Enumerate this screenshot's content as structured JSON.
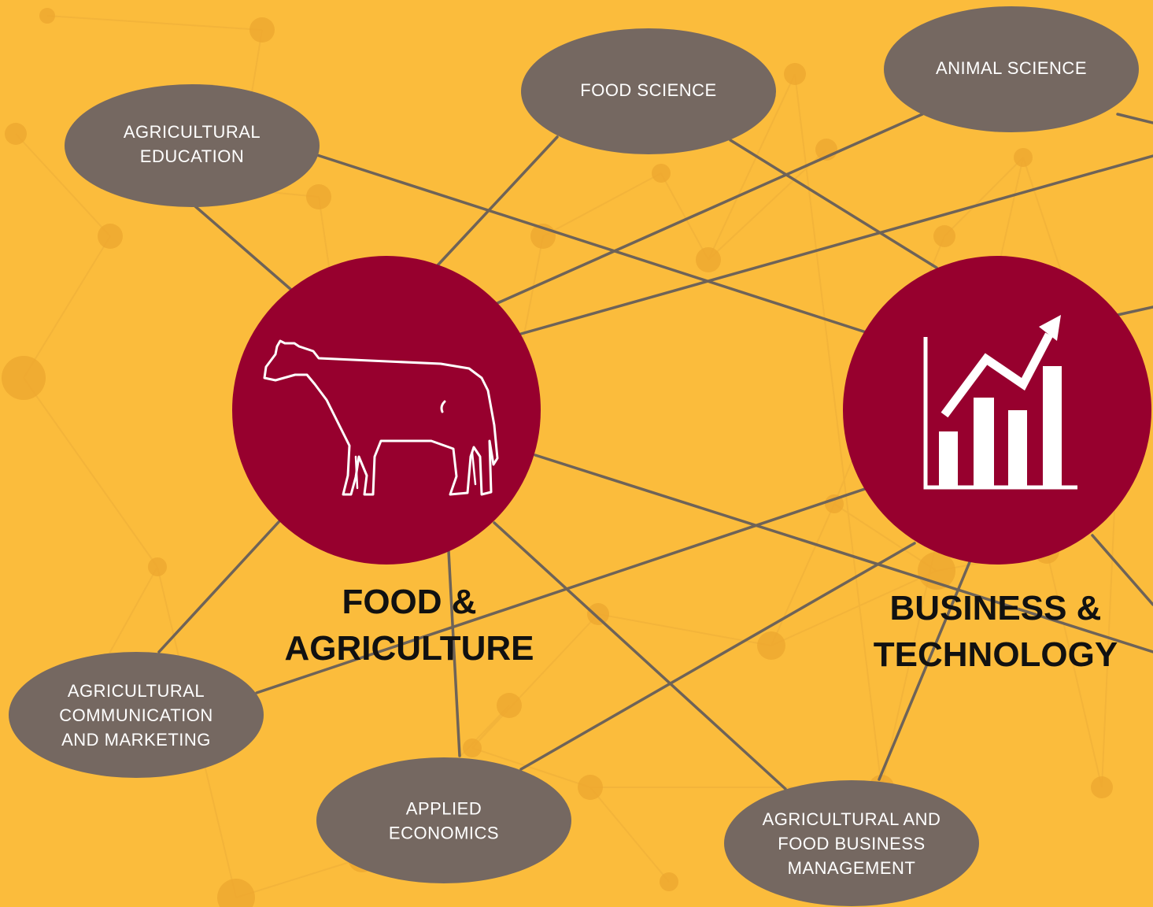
{
  "colors": {
    "background": "#FBBC3C",
    "background_dot": "#EDA830",
    "background_line": "#F3B43A",
    "connector": "#6E6358",
    "oval_fill": "#756861",
    "hub_fill": "#97002E",
    "hub_label": "#111111",
    "icon_stroke": "#ffffff"
  },
  "hubs": [
    {
      "id": "food-agriculture",
      "title_lines": [
        "FOOD &",
        "AGRICULTURE"
      ],
      "icon": "cow-icon"
    },
    {
      "id": "business-technology",
      "title_lines": [
        "BUSINESS &",
        "TECHNOLOGY"
      ],
      "icon": "bar-chart-growth-icon"
    }
  ],
  "programs": [
    {
      "id": "agricultural-education",
      "lines": [
        "AGRICULTURAL",
        "EDUCATION"
      ]
    },
    {
      "id": "food-science",
      "lines": [
        "FOOD SCIENCE"
      ]
    },
    {
      "id": "animal-science",
      "lines": [
        "ANIMAL SCIENCE"
      ]
    },
    {
      "id": "agricultural-communication-marketing",
      "lines": [
        "AGRICULTURAL",
        "COMMUNICATION",
        "AND MARKETING"
      ]
    },
    {
      "id": "applied-economics",
      "lines": [
        "APPLIED",
        "ECONOMICS"
      ]
    },
    {
      "id": "agricultural-food-business-management",
      "lines": [
        "AGRICULTURAL AND",
        "FOOD BUSINESS",
        "MANAGEMENT"
      ]
    }
  ]
}
